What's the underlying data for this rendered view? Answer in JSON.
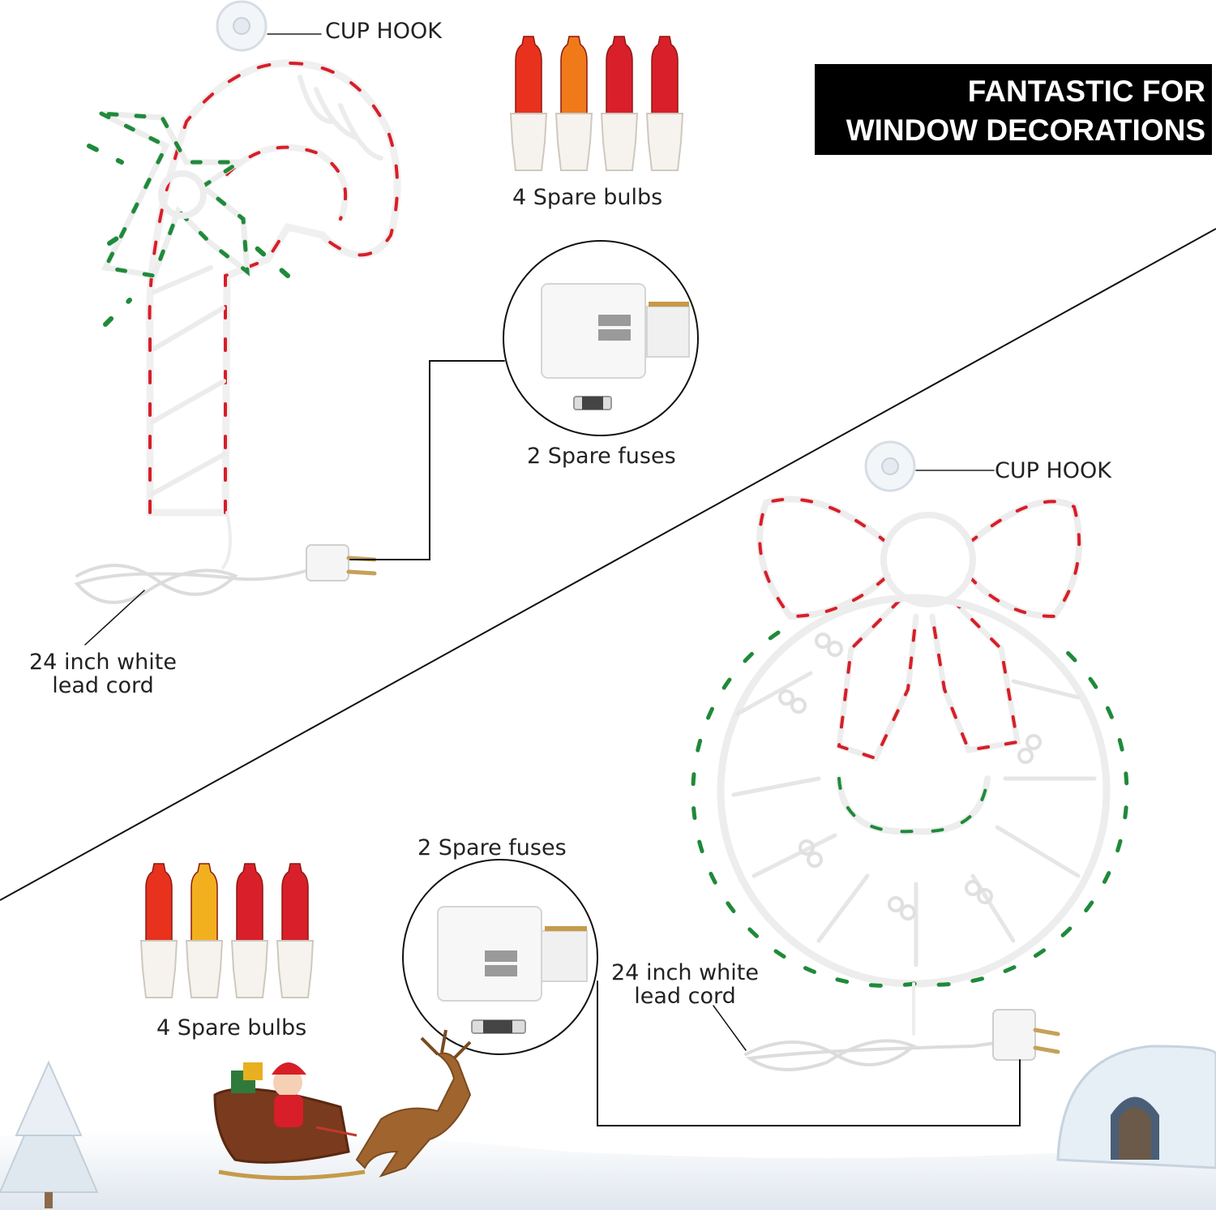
{
  "banner": {
    "line1": "FANTASTIC FOR",
    "line2": "WINDOW DECORATIONS"
  },
  "candy_cane_set": {
    "cup_hook_label": "CUP HOOK",
    "spare_bulbs_label": "4 Spare bulbs",
    "spare_fuses_label": "2 Spare fuses",
    "lead_cord_label_line1": "24 inch white",
    "lead_cord_label_line2": "lead cord",
    "bulb_colors": [
      "#e8321e",
      "#f07a1a",
      "#d91f2a",
      "#d91f2a"
    ]
  },
  "wreath_set": {
    "cup_hook_label": "CUP HOOK",
    "spare_bulbs_label": "4 Spare bulbs",
    "spare_fuses_label": "2 Spare fuses",
    "lead_cord_label_line1": "24 inch white",
    "lead_cord_label_line2": "lead cord",
    "bulb_colors": [
      "#e8321e",
      "#f2b01e",
      "#d91f2a",
      "#d91f2a"
    ]
  },
  "colors": {
    "light_red": "#d81e28",
    "light_green": "#1f8a3a",
    "wire_white": "#f2f2f2",
    "divider": "#111111"
  }
}
